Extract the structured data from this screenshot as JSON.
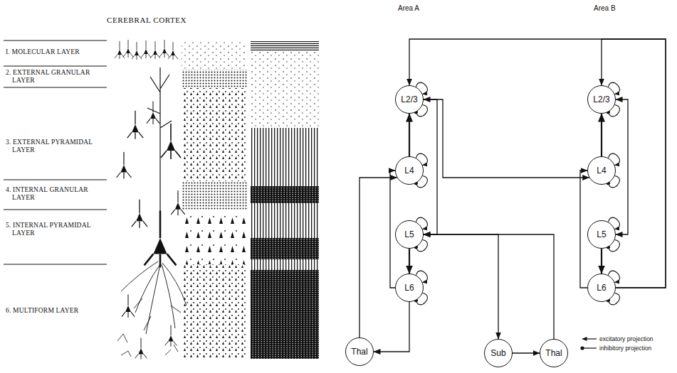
{
  "diagram": {
    "nodes": [
      {
        "text": [
          "L2/3"
        ]
      },
      {
        "text": [
          "L4"
        ]
      },
      {
        "text": [
          "L5"
        ]
      },
      {
        "text": [
          "L6"
        ]
      },
      {
        "text": [
          "L2/3"
        ]
      },
      {
        "text": [
          "L4"
        ]
      },
      {
        "text": [
          "L5"
        ]
      },
      {
        "text": [
          "L6"
        ]
      },
      {
        "text": [
          "Thal"
        ]
      },
      {
        "text": [
          "Sub"
        ]
      },
      {
        "text": [
          "Thal"
        ]
      }
    ],
    "edges": [
      {
        "from": 1,
        "to": 0,
        "arrow": "to"
      },
      {
        "from": 0,
        "to": 2,
        "arrow": "both"
      },
      {
        "from": 2,
        "to": 3,
        "arrow": "to"
      },
      {
        "from": 3,
        "to": 1,
        "arrow": "to"
      },
      {
        "from": 8,
        "to": 1,
        "arrow": "to"
      },
      {
        "from": 3,
        "to": 8,
        "arrow": "to"
      },
      {
        "from": 2,
        "to": 9,
        "arrow": "to"
      },
      {
        "from": 10,
        "to": 2,
        "arrow": "to"
      },
      {
        "from": 9,
        "to": 10,
        "arrow": "to"
      },
      {
        "from": 0,
        "to": 5,
        "arrow": "to"
      },
      {
        "from": 5,
        "to": 4,
        "arrow": "to"
      },
      {
        "from": 4,
        "to": 6,
        "arrow": "both"
      },
      {
        "from": 6,
        "to": 7,
        "arrow": "to"
      },
      {
        "from": 7,
        "to": 5,
        "arrow": "to"
      },
      {
        "from": 7,
        "to": 0,
        "arrow": "to"
      },
      {
        "from": 7,
        "to": 4,
        "arrow": "to"
      },
      {
        "from": 0,
        "to": 0,
        "arrow": "to"
      },
      {
        "from": 0,
        "to": 0,
        "arrow": "to"
      },
      {
        "from": 1,
        "to": 1,
        "arrow": "to"
      },
      {
        "from": 1,
        "to": 1,
        "arrow": "to"
      },
      {
        "from": 2,
        "to": 2,
        "arrow": "to"
      },
      {
        "from": 2,
        "to": 2,
        "arrow": "to"
      },
      {
        "from": 3,
        "to": 3,
        "arrow": "to"
      },
      {
        "from": 3,
        "to": 3,
        "arrow": "to"
      },
      {
        "from": 4,
        "to": 4,
        "arrow": "to"
      },
      {
        "from": 4,
        "to": 4,
        "arrow": "to"
      },
      {
        "from": 5,
        "to": 5,
        "arrow": "to"
      },
      {
        "from": 5,
        "to": 5,
        "arrow": "to"
      },
      {
        "from": 6,
        "to": 6,
        "arrow": "to"
      },
      {
        "from": 6,
        "to": 6,
        "arrow": "to"
      },
      {
        "from": 7,
        "to": 7,
        "arrow": "to"
      },
      {
        "from": 7,
        "to": 7,
        "arrow": "to"
      }
    ],
    "labels": [
      "CEREBRAL CORTEX",
      "I. MOLECULAR LAYER",
      "2. EXTERNAL GRANULAR LAYER",
      "3. EXTERNAL PYRAMIDAL LAYER",
      "4. INTERNAL GRANULAR LAYER",
      "5. INTERNAL PYRAMIDAL LAYER",
      "6. MULTIFORM LAYER",
      "Area A",
      "Area B"
    ],
    "legend": [
      {
        "text": "excitatory projection"
      },
      {
        "text": "inhibitory projection"
      }
    ]
  }
}
